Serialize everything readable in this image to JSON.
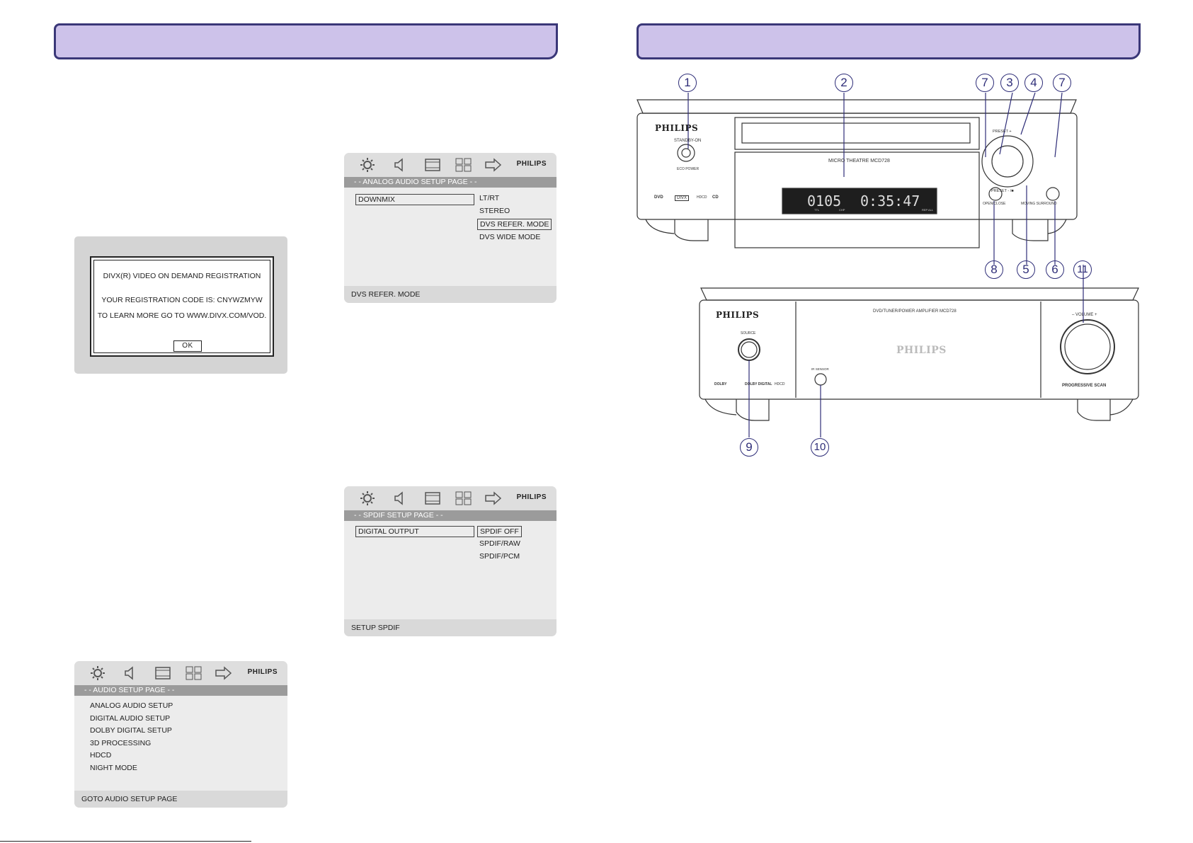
{
  "header_left": "",
  "header_right": "",
  "osd_common": {
    "brand": "PHILIPS",
    "icons": [
      "gear-icon",
      "speaker-icon",
      "video-icon",
      "grid-icon",
      "exit-arrow-icon"
    ]
  },
  "divx_dialog": {
    "title": "DIVX(R) VIDEO ON DEMAND REGISTRATION",
    "code_line": "YOUR REGISTRATION CODE IS: CNYWZMYW",
    "learn_line": "TO LEARN MORE GO TO WWW.DIVX.COM/VOD.",
    "ok_label": "OK"
  },
  "analog_menu": {
    "title": "- -  ANALOG AUDIO SETUP PAGE - -",
    "item": "DOWNMIX",
    "options": [
      "LT/RT",
      "STEREO",
      "DVS REFER. MODE",
      "DVS WIDE MODE"
    ],
    "footer": "DVS REFER. MODE"
  },
  "spdif_menu": {
    "title": "- -  SPDIF SETUP PAGE  - -",
    "item": "DIGITAL OUTPUT",
    "options": [
      "SPDIF OFF",
      "SPDIF/RAW",
      "SPDIF/PCM"
    ],
    "footer": "SETUP SPDIF"
  },
  "audio_menu": {
    "title": "- -  AUDIO  SETUP  PAGE  - -",
    "items": [
      "ANALOG AUDIO SETUP",
      "DIGITAL AUDIO SETUP",
      "DOLBY DIGITAL SETUP",
      "3D PROCESSING",
      "HDCD",
      "NIGHT MODE"
    ],
    "footer": "GOTO AUDIO SETUP PAGE"
  },
  "dvd_unit": {
    "brand": "PHILIPS",
    "model": "MICRO THEATRE MCD728",
    "standby": "STANDBY-ON",
    "eco": "ECO POWER",
    "preset_plus": "PRESET +",
    "preset_minus": "PRESET - /■",
    "open_close": "OPEN/CLOSE",
    "surround": "MOVING SURROUND",
    "display_left": "0105",
    "display_right": "0:35:47",
    "display_ttl": "TTL",
    "display_chp": "CHP",
    "display_rep": "REP ALL",
    "logos": [
      "DVD",
      "DIVX",
      "HDCD",
      "CD"
    ]
  },
  "amp_unit": {
    "brand": "PHILIPS",
    "model": "DVD/TUNER/POWER AMPLIFIER MCD728",
    "center_brand": "PHILIPS",
    "source": "SOURCE",
    "ir_sensor": "IR SENSOR",
    "volume": "– VOLUME +",
    "progressive": "PROGRESSIVE SCAN",
    "logos": [
      "DOLBY",
      "DOLBY DIGITAL",
      "HDCD"
    ]
  },
  "callouts": [
    "1",
    "2",
    "7",
    "3",
    "4",
    "7",
    "8",
    "5",
    "6",
    "11",
    "9",
    "10"
  ]
}
